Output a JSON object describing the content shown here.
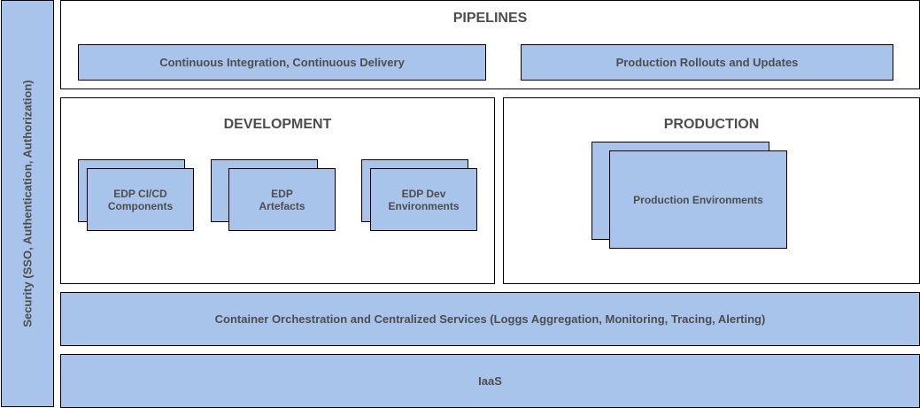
{
  "security": {
    "label": "Security (SSO, Authentication, Authorization)"
  },
  "pipelines": {
    "title": "PIPELINES",
    "items": [
      "Continuous Integration, Continuous Delivery",
      "Production Rollouts and Updates"
    ]
  },
  "development": {
    "title": "DEVELOPMENT",
    "items": [
      "EDP CI/CD\nComponents",
      "EDP\nArtefacts",
      "EDP Dev\nEnvironments"
    ]
  },
  "production": {
    "title": "PRODUCTION",
    "item": "Production Environments"
  },
  "container": {
    "label": "Container Orchestration and Centralized Services (Loggs Aggregation, Monitoring, Tracing, Alerting)"
  },
  "iaas": {
    "label": "IaaS"
  },
  "colors": {
    "fill": "#a9c4eb",
    "stroke": "#000000",
    "text": "#4d4d4d"
  }
}
